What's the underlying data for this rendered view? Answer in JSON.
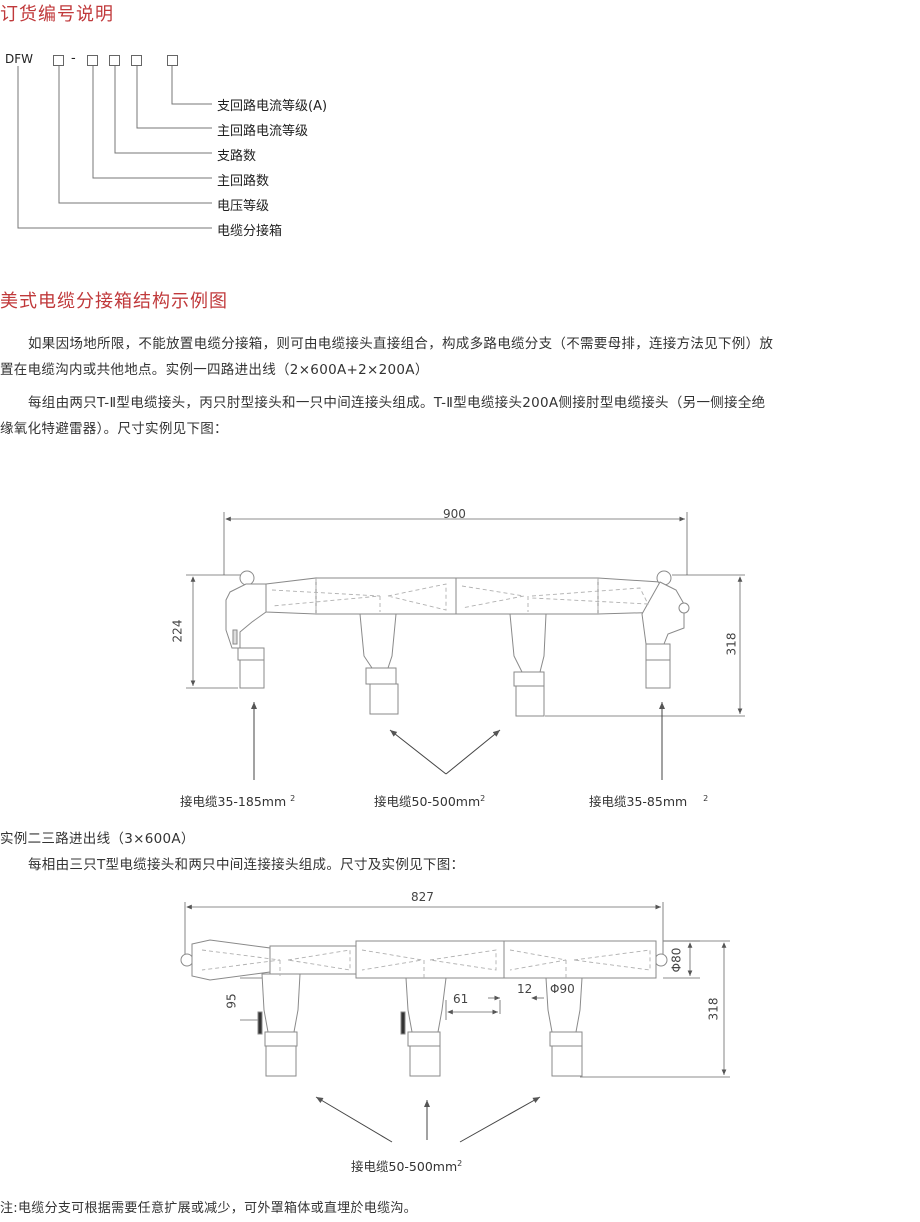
{
  "order_section": {
    "title": "订货编号说明",
    "code_prefix": "DFW",
    "dash": "-",
    "items": [
      "支回路电流等级(A)",
      "主回路电流等级",
      "支路数",
      "主回路数",
      "电压等级",
      "电缆分接箱"
    ]
  },
  "structure_section": {
    "title": "美式电缆分接箱结构示例图",
    "paragraph1_line1": "如果因场地所限，不能放置电缆分接箱，则可由电缆接头直接组合，构成多路电缆分支（不需要母排，连接方法见下例）放",
    "paragraph1_line2": "置在电缆沟内或共他地点。实例一四路进出线（2×600A+2×200A）",
    "paragraph2_line1": "每组由两只T-Ⅱ型电缆接头，丙只肘型接头和一只中间连接头组成。T-Ⅱ型电缆接头200A侧接肘型电缆接头（另一侧接全绝",
    "paragraph2_line2": "缘氧化特避雷器）。尺寸实例见下图："
  },
  "diagram1": {
    "dim_width": "900",
    "dim_left_height": "224",
    "dim_right_height": "318",
    "cable_left": "接电缆35-185mm",
    "cable_left_sup": "2",
    "cable_mid": "接电缆50-500mm",
    "cable_mid_sup": "2",
    "cable_right": "接电缆35-85mm",
    "cable_right_sup": "2"
  },
  "example2": {
    "title": "实例二三路进出线（3×600A）",
    "description": "每相由三只T型电缆接头和两只中间连接接头组成。尺寸及实例见下图："
  },
  "diagram2": {
    "dim_width": "827",
    "dim_phi80": "Φ80",
    "dim_95": "95",
    "dim_61": "61",
    "dim_12": "12",
    "dim_phi90": "Φ90",
    "dim_318": "318",
    "cable_label": "接电缆50-500mm",
    "cable_sup": "2"
  },
  "note": "注:电缆分支可根据需要任意扩展或减少，可外罩箱体或直埋於电缆沟。"
}
